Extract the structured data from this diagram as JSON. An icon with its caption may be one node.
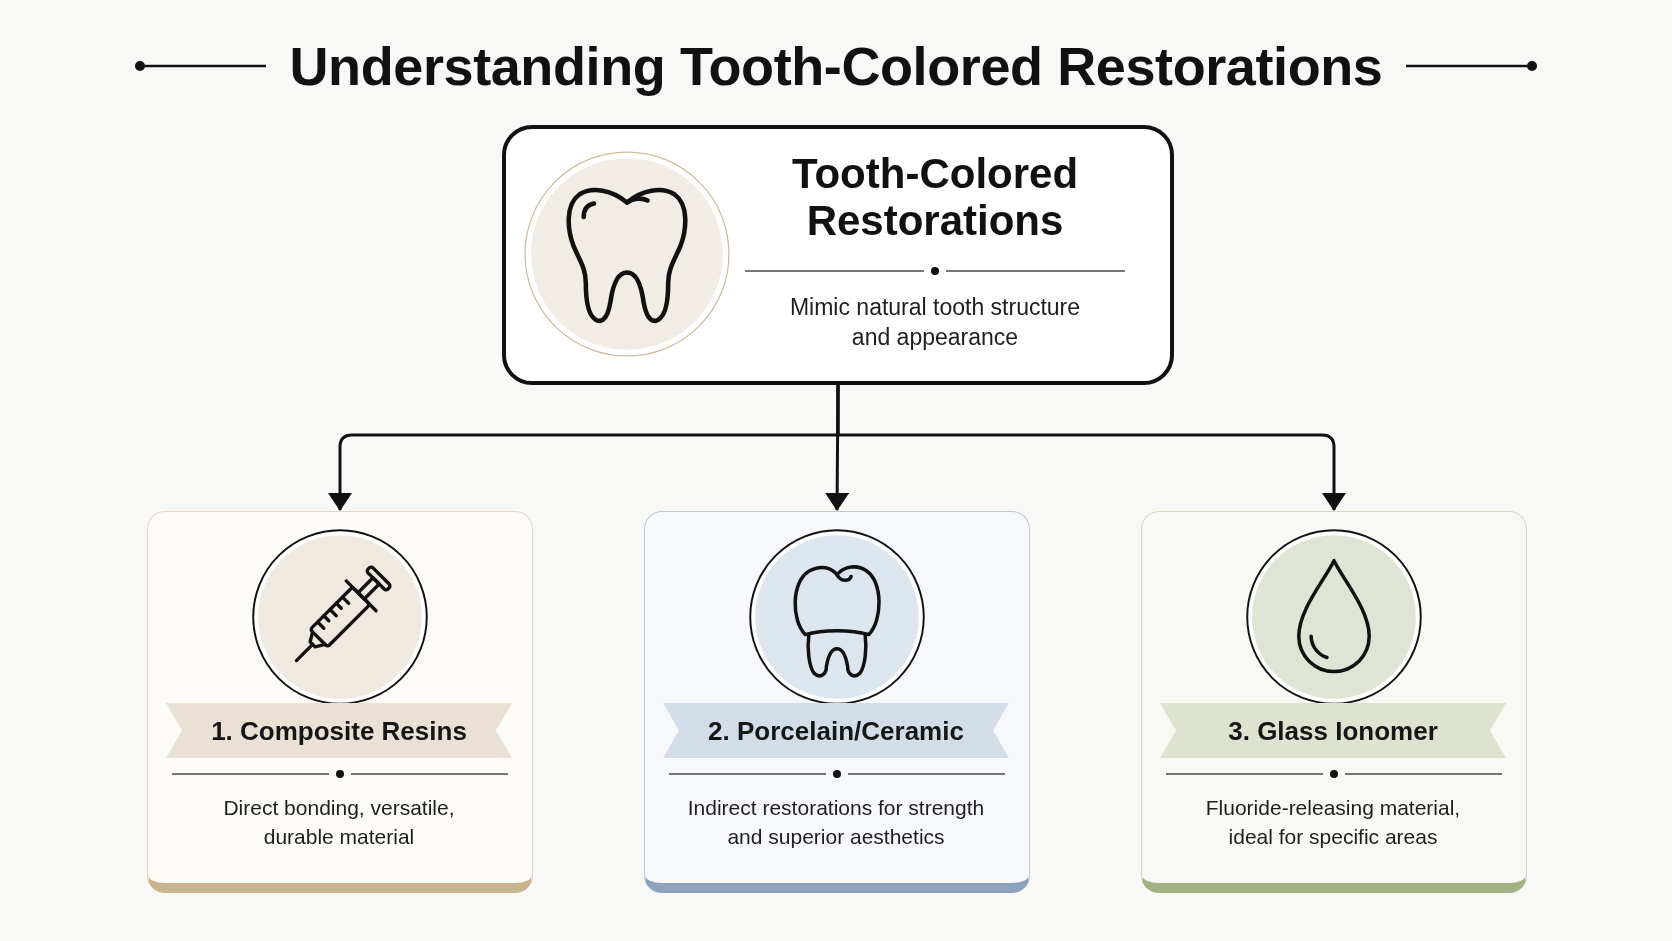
{
  "diagram": {
    "title": "Understanding Tooth-Colored Restorations",
    "nodes": [
      {
        "text": [
          "Tooth-Colored Restorations",
          "Mimic natural tooth structure and appearance"
        ]
      },
      {
        "text": [
          "Direct bonding, versatile, durable material"
        ]
      },
      {
        "text": [
          "1. Composite Resins"
        ],
        "in": 1
      },
      {
        "text": [
          "Indirect restorations for strength and superior aesthetics"
        ]
      },
      {
        "text": [
          "2. Porcelain/Ceramic"
        ],
        "in": 3
      },
      {
        "text": [
          "Fluoride-releasing material, ideal for specific areas"
        ]
      },
      {
        "text": [
          "3. Glass Ionomer"
        ],
        "in": 5
      }
    ],
    "edges": [
      {
        "from": 0,
        "to": 1,
        "arrow": "to"
      },
      {
        "from": 0,
        "to": 3,
        "arrow": "to"
      },
      {
        "from": 0,
        "to": 5,
        "arrow": "to"
      }
    ]
  }
}
